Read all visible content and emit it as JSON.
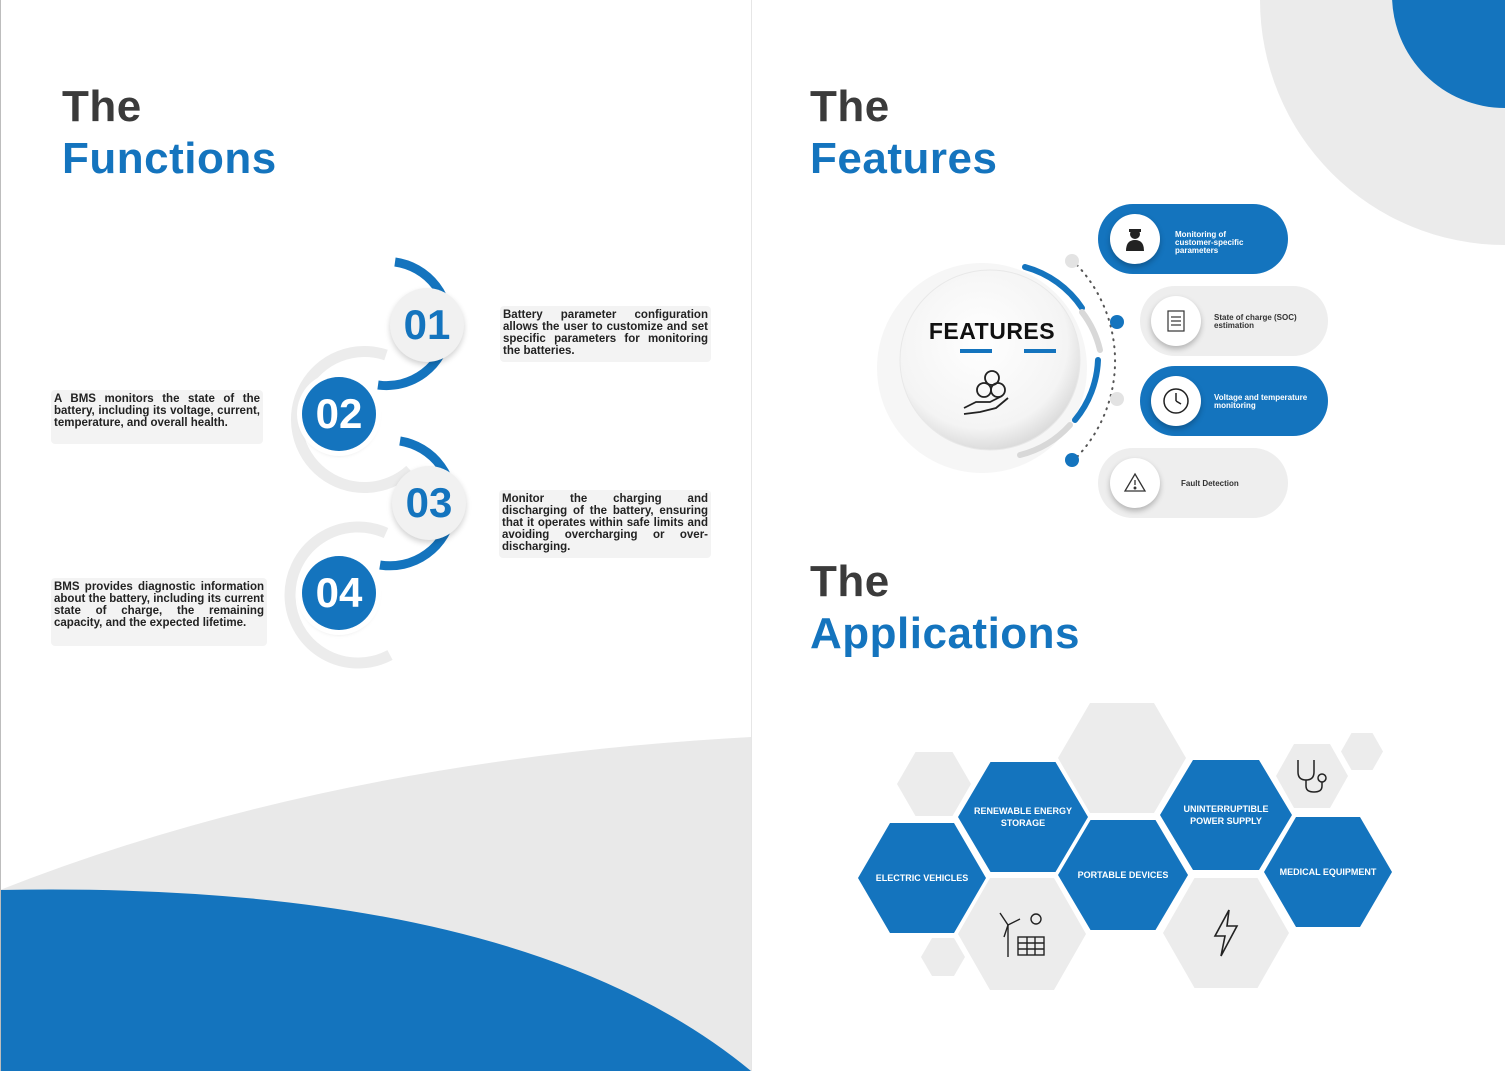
{
  "functions_heading": {
    "the": "The",
    "main": "Functions"
  },
  "features_heading": {
    "the": "The",
    "main": "Features"
  },
  "applications_heading": {
    "the": "The",
    "main": "Applications"
  },
  "functions": [
    {
      "number": "01",
      "text": "Battery parameter configuration allows the user to customize and set specific parameters for monitoring the batteries."
    },
    {
      "number": "02",
      "text": "A BMS monitors the state of the battery, including its voltage, current, temperature, and overall health."
    },
    {
      "number": "03",
      "text": "Monitor the charging and discharging of the battery, ensuring that it operates within safe limits and avoiding overcharging or over-discharging."
    },
    {
      "number": "04",
      "text": "BMS provides diagnostic information about the battery, including its current state of charge, the remaining capacity, and the expected lifetime."
    }
  ],
  "features": {
    "center_title": "FEATURES",
    "items": [
      {
        "label_line1": "Monitoring of",
        "label_line2": "customer-specific",
        "label_line3": "parameters",
        "icon": "user-worker-icon",
        "style": "blue"
      },
      {
        "label_line1": "State of charge (SOC)",
        "label_line2": "estimation",
        "icon": "document-chart-icon",
        "style": "grey"
      },
      {
        "label_line1": "Voltage and temperature",
        "label_line2": "monitoring",
        "icon": "clock-gauge-icon",
        "style": "blue"
      },
      {
        "label_line1": "Fault Detection",
        "icon": "warning-icon",
        "style": "grey"
      }
    ]
  },
  "applications": [
    {
      "line1": "ELECTRIC VEHICLES"
    },
    {
      "line1": "RENEWABLE ENERGY",
      "line2": "STORAGE"
    },
    {
      "line1": "PORTABLE DEVICES"
    },
    {
      "line1": "UNINTERRUPTIBLE",
      "line2": "POWER SUPPLY"
    },
    {
      "line1": "MEDICAL EQUIPMENT"
    }
  ],
  "colors": {
    "brand_blue": "#1474be",
    "grey_light": "#ececec",
    "heading_dark": "#3b3b3b"
  }
}
